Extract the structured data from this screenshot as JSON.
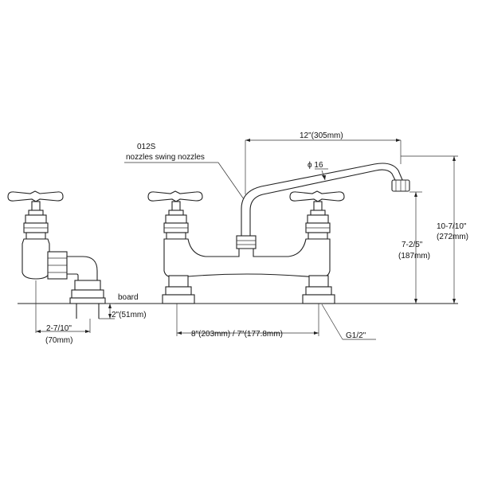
{
  "labels": {
    "model": "012S",
    "nozzle_desc": "nozzles swing nozzles",
    "board": "board",
    "diameter": "ϕ 16",
    "dim_width": "12\"(305mm)",
    "dim_total_h_in": "10-7/10\"",
    "dim_total_h_mm": "(272mm)",
    "dim_spout_h_in": "7-2/5\"",
    "dim_spout_h_mm": "(187mm)",
    "dim_deck": "2\"(51mm)",
    "dim_side_in": "2-7/10\"",
    "dim_side_mm": "(70mm)",
    "dim_centers": "8\"(203mm) / 7\"(177.8mm)",
    "thread": "G1/2\""
  }
}
